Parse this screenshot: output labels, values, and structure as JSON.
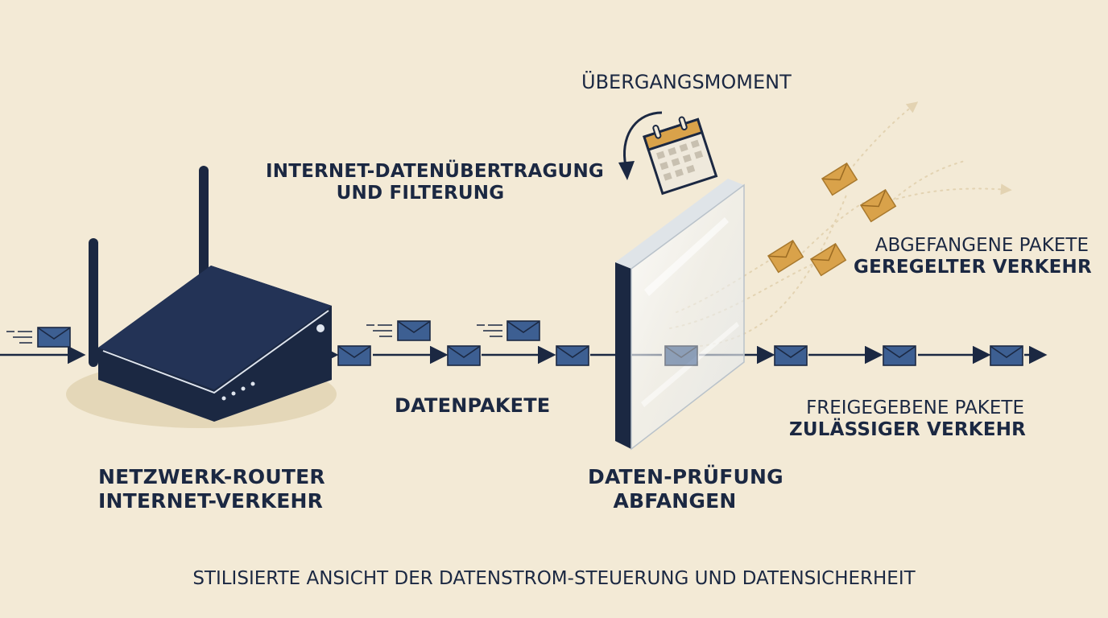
{
  "labels": {
    "router_line1": "NETZWERK-ROUTER",
    "router_line2": "INTERNET-VERKEHR",
    "transfer_line1": "INTERNET-DATENÜBERTRAGUNG",
    "transfer_line2": "UND FILTERUNG",
    "packets": "DATENPAKETE",
    "transition": "ÜBERGANGSMOMENT",
    "check_line1": "DATEN-PRÜFUNG",
    "check_line2": "ABFANGEN",
    "intercepted_line1": "ABGEFANGENE PAKETE",
    "intercepted_line2": "GEREGELTER VERKEHR",
    "released_line1": "FREIGEGEBENE PAKETE",
    "released_line2": "ZULÄSSIGER VERKEHR",
    "caption": "STILISIERTE ANSICHT DER DATENSTROM-STEUERUNG UND DATENSICHERHEIT"
  },
  "colors": {
    "background": "#f3ead6",
    "navy": "#1b2842",
    "packet_blue": "#3d5f92",
    "packet_gold": "#d9a24a"
  },
  "icons": [
    "router-icon",
    "envelope-icon",
    "calendar-icon",
    "rotation-arrow-icon",
    "filter-panel-icon"
  ]
}
